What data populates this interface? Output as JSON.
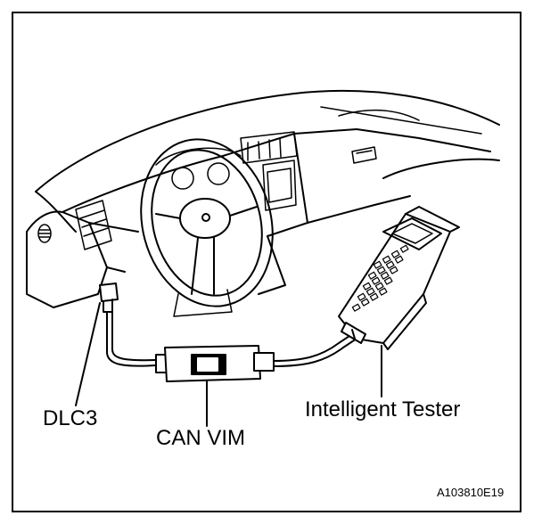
{
  "labels": {
    "dlc3": "DLC3",
    "can_vim": "CAN VIM",
    "tester": "Intelligent Tester",
    "figure_id": "A103810E19"
  }
}
